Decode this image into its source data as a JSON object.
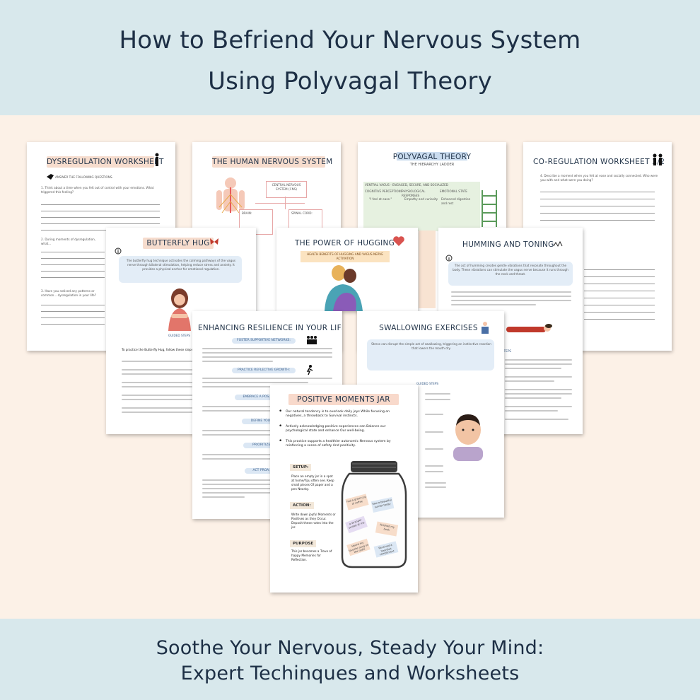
{
  "header": {
    "title_line1": "How to Befriend Your Nervous System",
    "title_line2": "Using Polyvagal Theory"
  },
  "footer": {
    "subtitle_line1": "Soothe Your Nervous, Steady Your Mind:",
    "subtitle_line2": "Expert Techinques and Worksheets"
  },
  "pages": {
    "dysregulation": {
      "title": "DYSREGULATION WORKSHEET",
      "instruction": "ANSWER THE FOLLOWING QUESTIONS.",
      "q1": "1. Think about a time when you felt out of control with your emotions. What triggered this feeling?",
      "q2": "2. During moments of dysregulation, what...",
      "q3": "3. Have you noticed any patterns or common... dysregulation in your life?"
    },
    "human_ns": {
      "title": "THE HUMAN NERVOUS SYSTEM",
      "cns": "CENTRAL NERVOUS SYSTEM (CNS)",
      "brain": "BRAIN:",
      "spinal": "SPINAL CORD:"
    },
    "polyvagal": {
      "title": "POLYVAGAL THEORY",
      "subtitle": "THE HIERARCHY LADDER",
      "band": "VENTRAL VAGUS - ENGAGED, SECURE, AND SOCIALIZED",
      "col1": "COGNITIVE PERCEPTIONS",
      "col2": "PHYSIOLOGICAL RESPONSES",
      "col3": "EMOTIONAL STATE",
      "c1a": "\"I feel at ease.\"",
      "c2a": "Empathy and curiosity",
      "c3a": "Enhanced digestion and rest"
    },
    "coregulation": {
      "title": "CO-REGULATION WORKSHEET 2/2",
      "q4": "4. Describe a moment when you felt at ease and socially connected. Who were you with and what were you doing?"
    },
    "butterfly": {
      "title": "BUTTERFLY HUG",
      "intro": "The butterfly hug technique activates the calming pathways of the vagus nerve through bilateral stimulation, helping reduce stress and anxiety. It provides a physical anchor for emotional regulation.",
      "guided": "GUIDED STEPS",
      "how": "To practice the Butterfly Hug, follow these steps:"
    },
    "hugging": {
      "title": "THE POWER OF HUGGING",
      "banner": "HEALTH BENEFITS OF HUGGING AND VAGUS NERVE ACTIVATION"
    },
    "humming": {
      "title": "HUMMING AND TONING",
      "intro": "The act of humming creates gentle vibrations that resonate throughout the body. These vibrations can stimulate the vagus nerve because it runs through the neck and throat.",
      "steps": "STEPS"
    },
    "resilience": {
      "title": "ENHANCING RESILIENCE IN YOUR LIFE",
      "s1": "FOSTER SUPPORTIVE NETWORKS:",
      "s2": "PRACTICE REFLECTIVE GROWTH:",
      "s3": "EMBRACE A POS...",
      "s4": "DEFINE YOUR...",
      "s5": "PRIORITIZE S...",
      "s6": "ACT PROA..."
    },
    "swallowing": {
      "title": "SWALLOWING EXERCISES",
      "intro": "Stress can disrupt the simple act of swallowing, triggering an instinctive reaction that lowers the mouth dry.",
      "guided": "GUIDED STEPS"
    },
    "jar": {
      "title": "POSITIVE MOMENTS JAR",
      "b1": "Our natural tendency is to overlook daily joys While focusing on negatives, a throwback to Survival instincts.",
      "b2": "Actively acknowledging positive experiences can Balance our psychological state and enhance Our well-being.",
      "b3": "This practice supports a healthier autonomic Nervous system by reinforcing a sense of safety And positivity.",
      "setup_label": "SETUP:",
      "setup_text": "Place an empty jar in a spot at home/Ypu often see. Keep small pieces Of paper and a pen Nearby.",
      "action_label": "ACTION:",
      "action_text": "Write down joyful Moments or Positives as they Occur. Deposit these notes Into the jar.",
      "purpose_label": "PURPOSE",
      "purpose_text": "This jar becomes a Trove of happy Memories for Reflection.",
      "notes": [
        "had a great cup of coffee",
        "Saw a beautiful sunset today",
        "a stranger smiled at me",
        "finished my book",
        "Heard my favorite song on the radio",
        "Received a heartfelt compliment"
      ]
    }
  },
  "colors": {
    "band": "#d8e8ec",
    "background": "#fcf1e7",
    "title_text": "#1d2f45",
    "highlight": "#f6dccd",
    "info_box": "#e3edf7"
  }
}
